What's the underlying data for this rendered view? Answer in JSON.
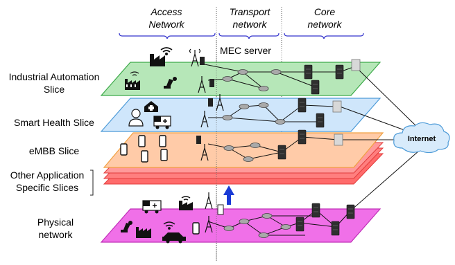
{
  "headers": {
    "access": [
      "Access",
      "Network"
    ],
    "transport": [
      "Transport",
      "network"
    ],
    "core": [
      "Core",
      "network"
    ]
  },
  "labels": {
    "mec_server": "MEC server",
    "internet": "Internet"
  },
  "slices": [
    {
      "lines": [
        "Industrial Automation",
        "Slice"
      ],
      "color": "#b6e7b8",
      "edge": "#3daa4a"
    },
    {
      "lines": [
        "Smart Health Slice"
      ],
      "color": "#cfe6fb",
      "edge": "#4d9bd8"
    },
    {
      "lines": [
        "eMBB Slice"
      ],
      "color": "#ffcba8",
      "edge": "#f0a040"
    },
    {
      "lines": [
        "Other Application",
        "Specific Slices"
      ],
      "color": "#ff6b6b",
      "edge": "#e23b3b"
    },
    {
      "lines": [
        "Physical",
        "network"
      ],
      "color": "#f070e8",
      "edge": "#c02fb8"
    }
  ],
  "colors": {
    "brace": "#3333cc",
    "arrow": "#1a3bd6",
    "cloud": "#d8ebfb",
    "cloud_edge": "#4d9bd8"
  },
  "icons": [
    "factory-icon",
    "wifi-icon",
    "cell-tower-icon",
    "robot-arm-icon",
    "doctor-icon",
    "hospital-icon",
    "ambulance-icon",
    "smartphone-icon",
    "car-icon",
    "router-icon",
    "server-icon",
    "cloud-icon"
  ]
}
